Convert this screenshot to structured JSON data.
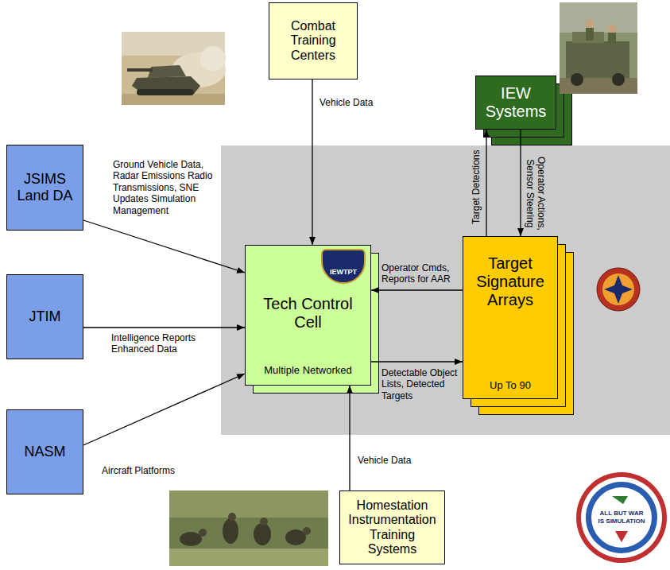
{
  "diagram": {
    "nodes": [
      {
        "text": [
          "JSIMS Land DA"
        ]
      },
      {
        "text": [
          "Combat Training Centers"
        ]
      },
      {
        "text": [
          "IEW Systems"
        ]
      },
      {
        "text": [
          "JTIM"
        ]
      },
      {
        "text": [
          "Tech Control Cell",
          "Multiple Networked"
        ]
      },
      {
        "text": [
          "Target Signature Arrays",
          "Up To 90"
        ]
      },
      {
        "text": [
          "NASM"
        ]
      },
      {
        "text": [
          "Homestation Instrumentation Training Systems"
        ]
      }
    ],
    "edges": [
      {
        "from": 0,
        "to": 4,
        "arrow": "to",
        "label": "Ground Vehicle Data, Radar Emissions Radio Transmissions, SNE Updates Simulation Management"
      },
      {
        "from": 1,
        "to": 4,
        "arrow": "to",
        "label": "Vehicle Data"
      },
      {
        "from": 3,
        "to": 4,
        "arrow": "to",
        "label": "Intelligence Reports Enhanced Data"
      },
      {
        "from": 6,
        "to": 4,
        "arrow": "to",
        "label": "Aircraft Platforms"
      },
      {
        "from": 7,
        "to": 4,
        "arrow": "to",
        "label": "Vehicle Data"
      },
      {
        "from": 5,
        "to": 4,
        "arrow": "to",
        "label": "Operator Cmds, Reports for AAR"
      },
      {
        "from": 4,
        "to": 5,
        "arrow": "to",
        "label": "Detectable Object Lists, Detected Targets"
      },
      {
        "from": 5,
        "to": 2,
        "arrow": "to",
        "label": "Target Detections"
      },
      {
        "from": 2,
        "to": 5,
        "arrow": "to",
        "label": "Operator Actions, Sensor Steering"
      }
    ],
    "labels": [
      "IEWTPT",
      "ALL BUT WAR IS SIMULATION"
    ]
  }
}
